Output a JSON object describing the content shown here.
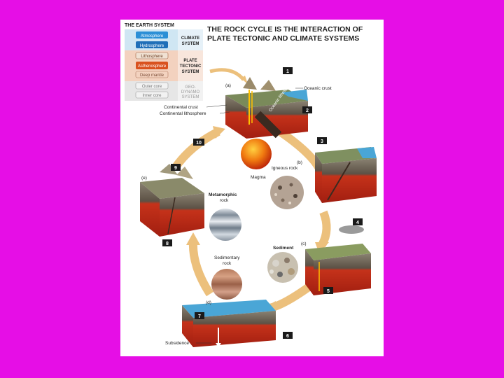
{
  "title_line1": "THE ROCK CYCLE IS THE INTERACTION OF",
  "title_line2": "PLATE TECTONIC AND CLIMATE SYSTEMS",
  "earth_system": {
    "heading": "THE EARTH SYSTEM",
    "layers": {
      "atmosphere": "Atmosphere",
      "hydrosphere": "Hydrosphere",
      "lithosphere": "Lithosphere",
      "asthenosphere": "Asthenosphere",
      "deep_mantle": "Deep mantle",
      "outer_core": "Outer core",
      "inner_core": "Inner core"
    },
    "systems": {
      "climate_1": "CLIMATE",
      "climate_2": "SYSTEM",
      "plate_1": "PLATE",
      "plate_2": "TECTONIC",
      "plate_3": "SYSTEM",
      "geo_1": "GEO-",
      "geo_2": "DYNAMO",
      "geo_3": "SYSTEM"
    }
  },
  "labels": {
    "oceanic_crust": "Oceanic crust",
    "continental_crust": "Continental crust",
    "continental_lithosphere": "Continental lithosphere",
    "oceanic_lithosphere": "Oceanic lithosphere",
    "igneous_rock": "Igneous rock",
    "magma": "Magma",
    "metamorphic_1": "Metamorphic",
    "metamorphic_2": "rock",
    "sediment": "Sediment",
    "sedimentary_1": "Sedimentary",
    "sedimentary_2": "rock",
    "subsidence": "Subsidence"
  },
  "panels": {
    "a": "(a)",
    "b": "(b)",
    "c": "(c)",
    "d": "(d)",
    "e": "(e)"
  },
  "steps": [
    "1",
    "2",
    "3",
    "4",
    "5",
    "6",
    "7",
    "8",
    "9",
    "10"
  ],
  "colors": {
    "background": "#e60ee6",
    "arrow": "#ecc07c",
    "mantle": "#c5321a",
    "water": "#3aa0d8"
  }
}
